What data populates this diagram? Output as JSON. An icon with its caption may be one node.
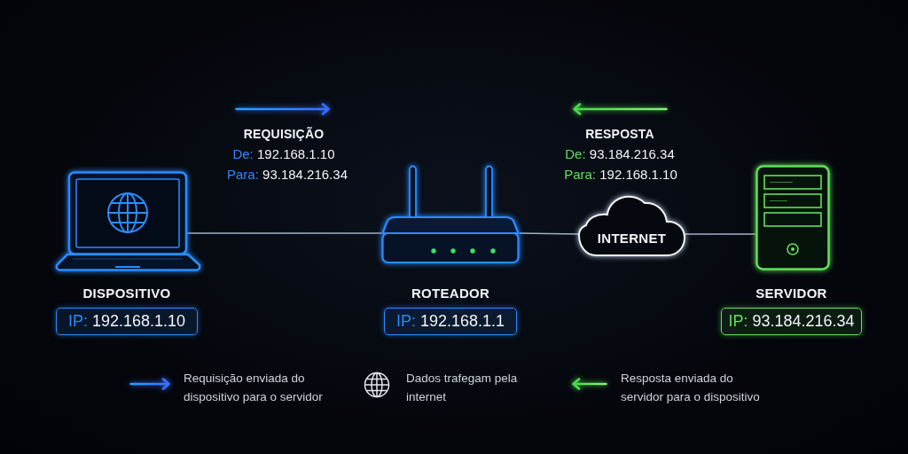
{
  "diagram": {
    "nodes": [
      {
        "text": [],
        "shape": "picture"
      },
      {
        "text": [
          "DISPOSITIVO",
          "IP: 192.168.1.10"
        ]
      },
      {
        "text": [],
        "shape": "picture"
      },
      {
        "text": [
          "ROTEADOR",
          "IP: 192.168.1.1"
        ]
      },
      {
        "text": [
          "INTERNET"
        ]
      },
      {
        "text": [],
        "shape": "picture"
      },
      {
        "text": [
          "SERVIDOR",
          "IP: 93.184.216.34"
        ]
      }
    ],
    "edges": [
      {
        "from": 0,
        "to": 2,
        "arrow": "none"
      },
      {
        "from": 2,
        "to": 4,
        "arrow": "none"
      },
      {
        "from": 4,
        "to": 5,
        "arrow": "none"
      }
    ],
    "labels": [
      "REQUISIÇÃO",
      "De: 192.168.1.10",
      "Para: 93.184.216.34",
      "RESPOSTA",
      "De: 93.184.216.34",
      "Para: 192.168.1.10"
    ],
    "legend": [
      {
        "text": "Requisição enviada do dispositivo para o servidor"
      },
      {
        "text": "Dados trafegam pela internet"
      },
      {
        "text": "Resposta enviada do servidor para o dispositivo"
      }
    ]
  }
}
